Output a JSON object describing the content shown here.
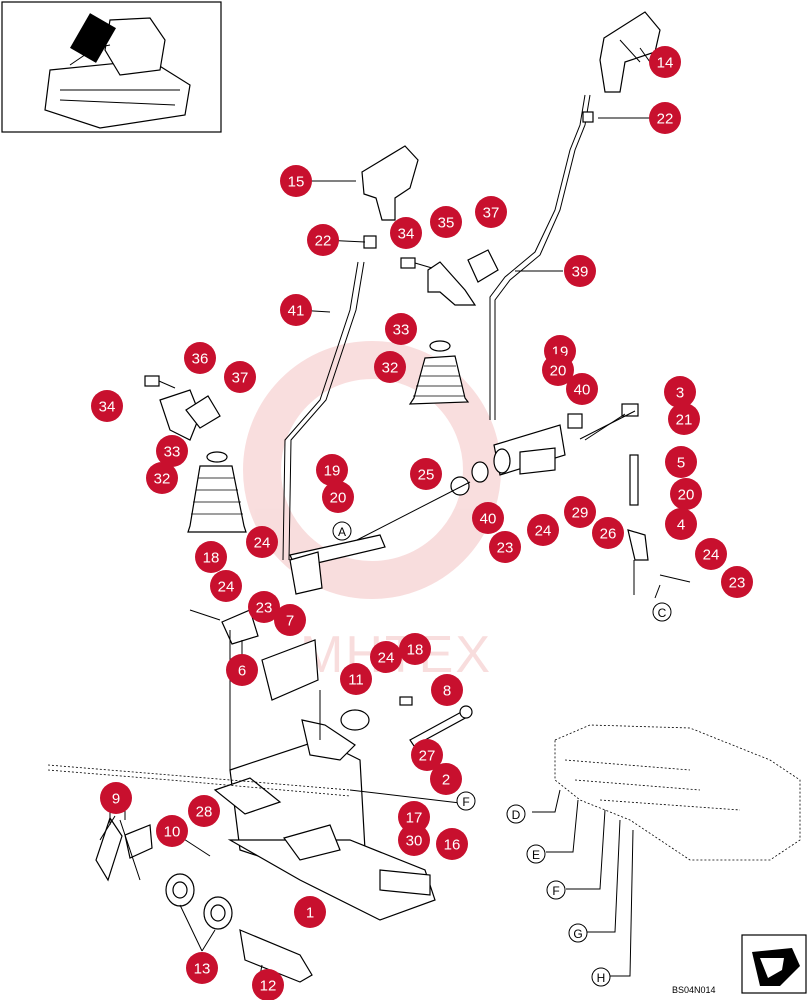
{
  "diagram": {
    "drawing_code": "BS04N014",
    "watermark_text": "MHTEX",
    "colors": {
      "callout": "#c8102e",
      "callout_text": "#ffffff",
      "watermark": "#f4c2c2",
      "ink": "#000000"
    },
    "callouts": [
      "14",
      "22",
      "15",
      "22",
      "34",
      "35",
      "37",
      "39",
      "41",
      "33",
      "32",
      "19",
      "20",
      "40",
      "36",
      "37",
      "34",
      "33",
      "32",
      "19",
      "20",
      "25",
      "40",
      "3",
      "21",
      "5",
      "20",
      "4",
      "24",
      "23",
      "24",
      "24",
      "23",
      "29",
      "26",
      "18",
      "24",
      "23",
      "7",
      "6",
      "24",
      "18",
      "11",
      "8",
      "27",
      "2",
      "9",
      "10",
      "28",
      "17",
      "30",
      "16",
      "1",
      "13",
      "12"
    ],
    "reference_letters": [
      "A",
      "C",
      "D",
      "E",
      "F",
      "G",
      "H",
      "F"
    ],
    "icons": [
      "orientation-arrow-icon"
    ]
  }
}
